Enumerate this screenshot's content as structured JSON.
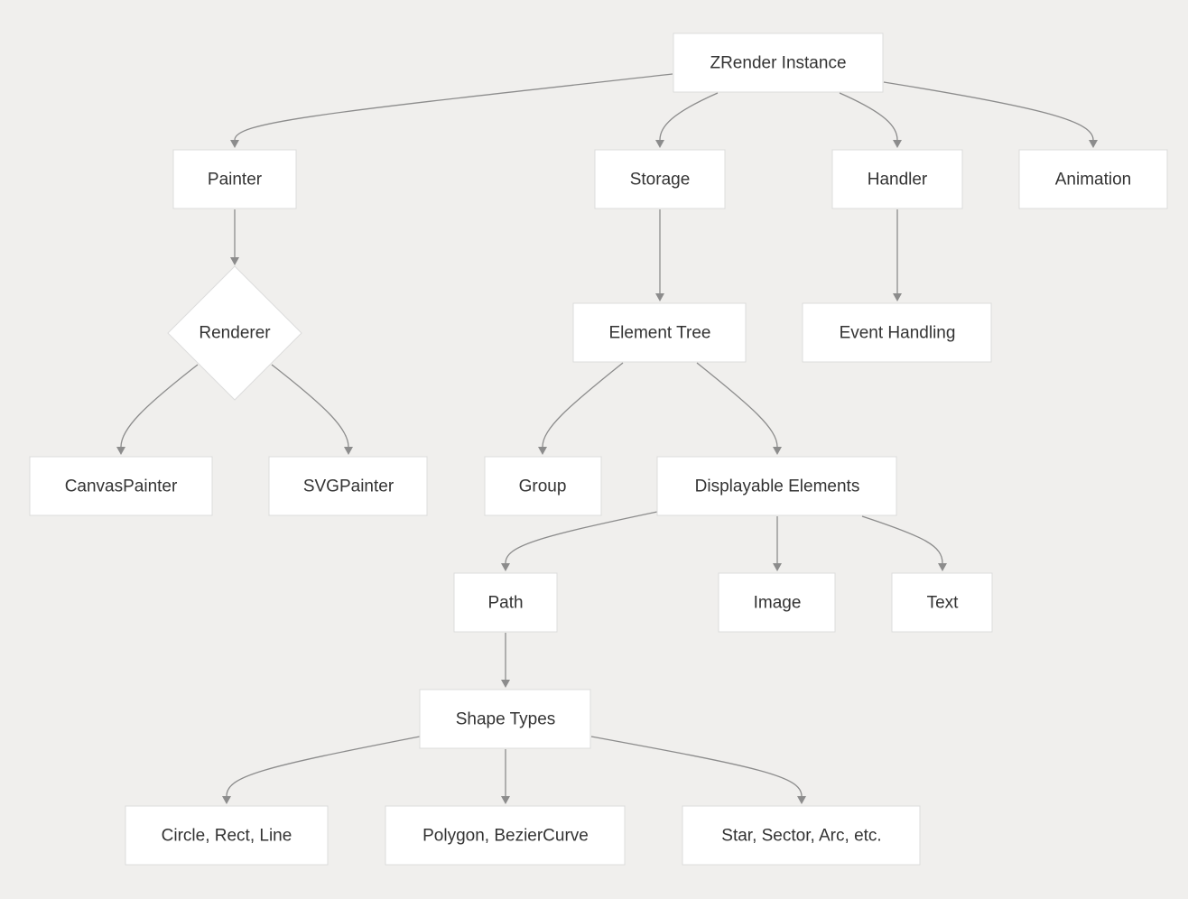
{
  "diagram": {
    "nodes": {
      "zrender": "ZRender Instance",
      "painter": "Painter",
      "storage": "Storage",
      "handler": "Handler",
      "animation": "Animation",
      "renderer": "Renderer",
      "element_tree": "Element Tree",
      "event_handling": "Event Handling",
      "canvas_painter": "CanvasPainter",
      "svg_painter": "SVGPainter",
      "group": "Group",
      "displayable": "Displayable Elements",
      "path": "Path",
      "image": "Image",
      "text": "Text",
      "shape_types": "Shape Types",
      "circle_rect_line": "Circle, Rect, Line",
      "polygon_bezier": "Polygon, BezierCurve",
      "star_sector_arc": "Star, Sector, Arc, etc."
    },
    "edges": [
      [
        "zrender",
        "painter"
      ],
      [
        "zrender",
        "storage"
      ],
      [
        "zrender",
        "handler"
      ],
      [
        "zrender",
        "animation"
      ],
      [
        "painter",
        "renderer"
      ],
      [
        "storage",
        "element_tree"
      ],
      [
        "handler",
        "event_handling"
      ],
      [
        "renderer",
        "canvas_painter"
      ],
      [
        "renderer",
        "svg_painter"
      ],
      [
        "element_tree",
        "group"
      ],
      [
        "element_tree",
        "displayable"
      ],
      [
        "displayable",
        "path"
      ],
      [
        "displayable",
        "image"
      ],
      [
        "displayable",
        "text"
      ],
      [
        "path",
        "shape_types"
      ],
      [
        "shape_types",
        "circle_rect_line"
      ],
      [
        "shape_types",
        "polygon_bezier"
      ],
      [
        "shape_types",
        "star_sector_arc"
      ]
    ]
  }
}
